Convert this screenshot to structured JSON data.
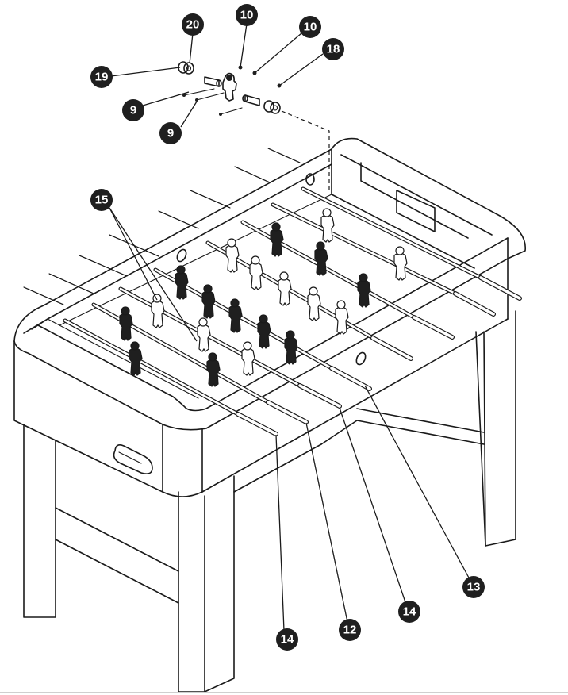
{
  "diagram": {
    "subject": "foosball table assembly",
    "ink_color": "#1f1f1f",
    "callouts": [
      {
        "id": "c20",
        "label": "20"
      },
      {
        "id": "c10a",
        "label": "10"
      },
      {
        "id": "c10b",
        "label": "10"
      },
      {
        "id": "c18",
        "label": "18"
      },
      {
        "id": "c19",
        "label": "19"
      },
      {
        "id": "c9a",
        "label": "9"
      },
      {
        "id": "c9b",
        "label": "9"
      },
      {
        "id": "c15",
        "label": "15"
      },
      {
        "id": "c13",
        "label": "13"
      },
      {
        "id": "c14a",
        "label": "14"
      },
      {
        "id": "c12",
        "label": "12"
      },
      {
        "id": "c14b",
        "label": "14"
      }
    ]
  }
}
